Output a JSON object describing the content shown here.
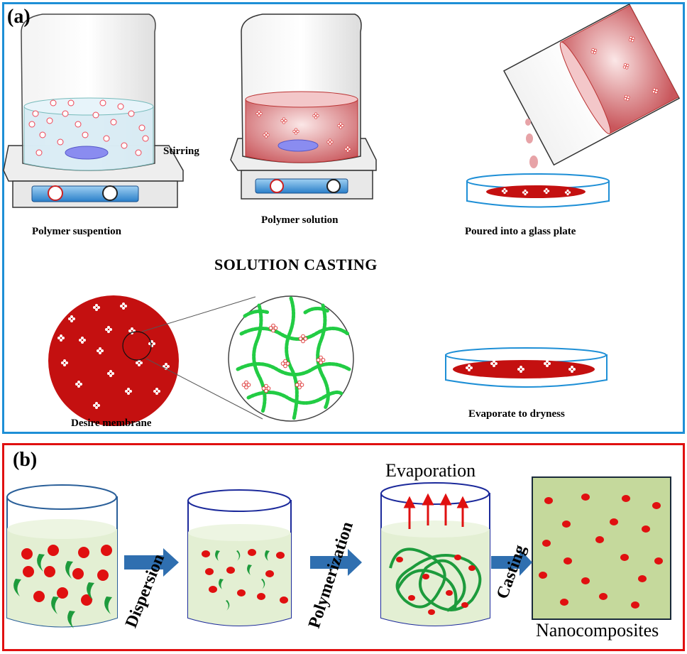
{
  "panel_a": {
    "tag": "(a)",
    "title": "SOLUTION CASTING",
    "stirring_label": "Stirring",
    "captions": {
      "suspension": "Polymer suspention",
      "solution": "Polymer solution",
      "poured": "Poured into a glass plate",
      "membrane": "Desire membrane",
      "evaporate": "Evaporate to dryness"
    }
  },
  "panel_b": {
    "tag": "(b)",
    "steps": {
      "dispersion": "Dispersion",
      "polymerization": "Polymerization",
      "evaporation": "Evaporation",
      "casting": "Casting",
      "nanocomposites": "Nanocomposites"
    }
  },
  "colors": {
    "panel_a_border": "#1e8fd6",
    "panel_b_border": "#e01010",
    "membrane_red": "#c41010",
    "polymer_green": "#22cc44",
    "liquid_green": "#e3efd3",
    "arrow_blue": "#2f6fb0"
  }
}
